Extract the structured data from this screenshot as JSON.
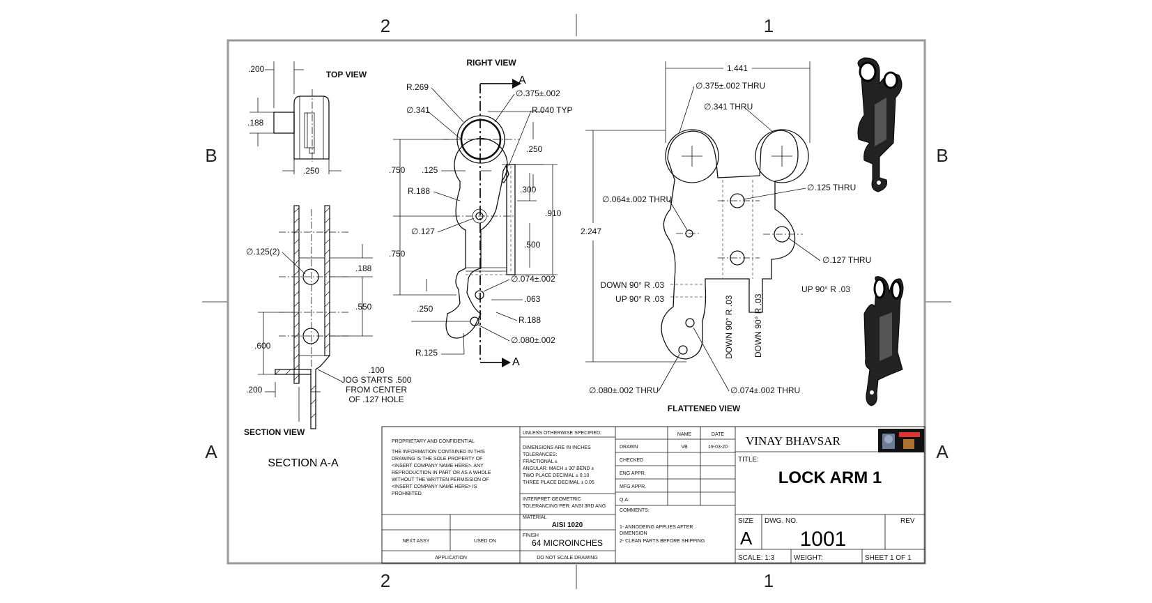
{
  "zones": {
    "top": [
      "2",
      "1"
    ],
    "bottom": [
      "2",
      "1"
    ],
    "left": [
      "B",
      "A"
    ],
    "right": [
      "B",
      "A"
    ]
  },
  "views": {
    "top_view": "TOP VIEW",
    "right_view": "RIGHT VIEW",
    "section_view": "SECTION VIEW",
    "section_name": "SECTION A-A",
    "flattened_view": "FLATTENED VIEW"
  },
  "top_view_dims": {
    "d200": ".200",
    "d188": ".188",
    "d250": ".250"
  },
  "section_dims": {
    "hole": "∅.125(2)",
    "d188": ".188",
    "d550": ".550",
    "d600": ".600",
    "d200": ".200",
    "jog1": ".100",
    "jog2": "JOG STARTS .500",
    "jog3": "FROM CENTER",
    "jog4": "OF .127 HOLE"
  },
  "section_marks": {
    "a_top": "A",
    "a_bottom": "A"
  },
  "right_view_dims": {
    "r269": "R.269",
    "d341": "∅.341",
    "d375": "∅.375±.002",
    "r040": "R.040 TYP",
    "d250a": ".250",
    "d750a": ".750",
    "d125": ".125",
    "r188a": "R.188",
    "d300": ".300",
    "d910": ".910",
    "d127": "∅.127",
    "d500": ".500",
    "d750b": ".750",
    "d074": "∅.074±.002",
    "d063": ".063",
    "d250b": ".250",
    "r188b": "R.188",
    "d080": "∅.080±.002",
    "r125": "R.125"
  },
  "flat_dims": {
    "d1441": "1.441",
    "d375": "∅.375±.002 THRU",
    "d341": "∅.341 THRU",
    "d2247": "2.247",
    "d064": "∅.064±.002 THRU",
    "d125": "∅.125 THRU",
    "d127": "∅.127 THRU",
    "down1": "DOWN  90°  R .03",
    "up1": "UP  90°  R .03",
    "up2": "UP  90°  R .03",
    "down2": "DOWN  90°  R .03",
    "down3": "DOWN  90°  R .03",
    "d080": "∅.080±.002 THRU",
    "d074": "∅.074±.002 THRU"
  },
  "title_block": {
    "proprietary_title": "PROPRIETARY AND CONFIDENTIAL",
    "proprietary_lines": [
      "THE INFORMATION CONTAINED IN THIS",
      "DRAWING IS THE SOLE PROPERTY OF",
      "<INSERT COMPANY NAME HERE>.  ANY",
      "REPRODUCTION IN PART OR AS A WHOLE",
      "WITHOUT THE WRITTEN PERMISSION OF",
      "<INSERT COMPANY NAME HERE> IS",
      "PROHIBITED."
    ],
    "unless": "UNLESS OTHERWISE SPECIFIED:",
    "tol_lines": [
      "DIMENSIONS ARE IN INCHES",
      "TOLERANCES:",
      "FRACTIONAL ±",
      "ANGULAR: MACH ± 30'  BEND ±",
      "TWO PLACE DECIMAL    ± 0.10",
      "THREE PLACE DECIMAL  ± 0.05"
    ],
    "interpret": [
      "INTERPRET GEOMETRIC",
      "TOLERANCING PER: ANSI 3RD ANG"
    ],
    "material_label": "MATERIAL",
    "material": "AISI 1020",
    "finish_label": "FINISH",
    "finish": "64 MICROINCHES",
    "no_scale": "DO NOT SCALE DRAWING",
    "next_assy": "NEXT ASSY",
    "used_on": "USED ON",
    "application": "APPLICATION",
    "name_col": "NAME",
    "date_col": "DATE",
    "rows": [
      {
        "label": "DRAWN",
        "name": "VB",
        "date": "19-03-20"
      },
      {
        "label": "CHECKED",
        "name": "",
        "date": ""
      },
      {
        "label": "ENG APPR.",
        "name": "",
        "date": ""
      },
      {
        "label": "MFG APPR.",
        "name": "",
        "date": ""
      },
      {
        "label": "Q.A.",
        "name": "",
        "date": ""
      }
    ],
    "comments_label": "COMMENTS:",
    "comments": [
      "1- ANNODEING APPLIES AFTER",
      "  DIMENSION",
      "2- CLEAN PARTS BEFORE SHIPPING"
    ],
    "author": "VINAY BHAVSAR",
    "title_label": "TITLE:",
    "title": "LOCK ARM 1",
    "size_label": "SIZE",
    "size": "A",
    "dwg_label": "DWG.  NO.",
    "dwg_no": "1001",
    "rev_label": "REV",
    "scale": "SCALE: 1:3",
    "weight": "WEIGHT:",
    "sheet": "SHEET 1 OF 1"
  }
}
